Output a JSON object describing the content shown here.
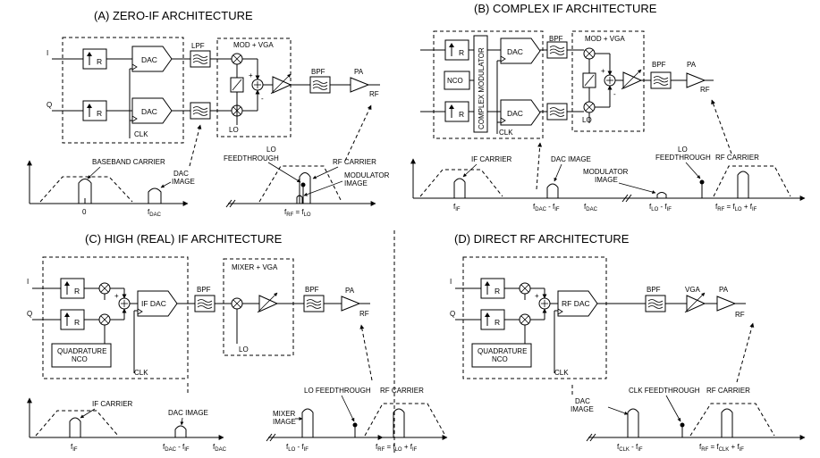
{
  "panels": {
    "a": {
      "title": "(A) ZERO-IF ARCHITECTURE",
      "inputs": [
        "I",
        "Q"
      ],
      "interp": "R",
      "dac": "DAC",
      "lpf": "LPF",
      "mod_vga": "MOD + VGA",
      "plus": "+",
      "minus": "-",
      "lo": "LO",
      "clk": "CLK",
      "bpf": "BPF",
      "pa": "PA",
      "rf": "RF",
      "spectrum": {
        "baseband_carrier": "BASEBAND CARRIER",
        "dac_image": [
          "DAC",
          "IMAGE"
        ],
        "zero": "0",
        "f_dac": "f",
        "f_dac_sub": "DAC",
        "lo_feedthrough": [
          "LO",
          "FEEDTHROUGH"
        ],
        "rf_carrier": "RF CARRIER",
        "modulator_image": [
          "MODULATOR",
          "IMAGE"
        ],
        "frf_eq": [
          "f",
          "RF",
          " = f",
          "LO"
        ]
      }
    },
    "b": {
      "title": "(B) COMPLEX IF ARCHITECTURE",
      "interp": "R",
      "nco": "NCO",
      "complex_modulator": "COMPLEX MODULATOR",
      "dac": "DAC",
      "bpf": "BPF",
      "mod_vga": "MOD + VGA",
      "plus": "+",
      "minus": "-",
      "lo": "LO",
      "clk": "CLK",
      "pa": "PA",
      "rf": "RF",
      "spectrum": {
        "if_carrier": "IF CARRIER",
        "dac_image": "DAC IMAGE",
        "lo_feedthrough": [
          "LO",
          "FEEDTHROUGH"
        ],
        "modulator_image": [
          "MODULATOR",
          "IMAGE"
        ],
        "rf_carrier": "RF CARRIER",
        "f_if": [
          "f",
          "IF"
        ],
        "f_dac_minus_if": [
          "f",
          "DAC",
          " - f",
          "IF"
        ],
        "f_dac": [
          "f",
          "DAC"
        ],
        "f_lo_minus_if": [
          "f",
          "LO",
          " - f",
          "IF"
        ],
        "frf_eq": [
          "f",
          "RF",
          " = f",
          "LO",
          " + f",
          "IF"
        ]
      }
    },
    "c": {
      "title": "(C) HIGH (REAL) IF ARCHITECTURE",
      "inputs": [
        "I",
        "Q"
      ],
      "interp": "R",
      "plus": "+",
      "if_dac": "IF DAC",
      "quadrature_nco": [
        "QUADRATURE",
        "NCO"
      ],
      "clk": "CLK",
      "bpf": "BPF",
      "mixer_vga": "MIXER + VGA",
      "lo": "LO",
      "pa": "PA",
      "rf": "RF",
      "spectrum": {
        "if_carrier": "IF CARRIER",
        "dac_image": "DAC IMAGE",
        "f_if": [
          "f",
          "IF"
        ],
        "f_dac_minus_if": [
          "f",
          "DAC",
          " - f",
          "IF"
        ],
        "f_dac": [
          "f",
          "DAC"
        ],
        "mixer_image": [
          "MIXER",
          "IMAGE"
        ],
        "lo_feedthrough": "LO FEEDTHROUGH",
        "rf_carrier": "RF CARRIER",
        "f_lo_minus_if": [
          "f",
          "LO",
          " - f",
          "IF"
        ],
        "frf_eq": [
          "f",
          "RF",
          " = f",
          "LO",
          " + f",
          "IF"
        ]
      }
    },
    "d": {
      "title": "(D) DIRECT RF ARCHITECTURE",
      "inputs": [
        "I",
        "Q"
      ],
      "interp": "R",
      "plus": "+",
      "rf_dac": "RF DAC",
      "quadrature_nco": [
        "QUADRATURE",
        "NCO"
      ],
      "clk": "CLK",
      "bpf": "BPF",
      "vga": "VGA",
      "pa": "PA",
      "rf": "RF",
      "spectrum": {
        "dac_image": [
          "DAC",
          "IMAGE"
        ],
        "clk_feedthrough": "CLK FEEDTHROUGH",
        "rf_carrier": "RF CARRIER",
        "f_clk_minus_if": [
          "f",
          "CLK",
          " - f",
          "IF"
        ],
        "frf_eq": [
          "f",
          "RF",
          " = f",
          "CLK",
          " + f",
          "IF"
        ]
      }
    }
  }
}
